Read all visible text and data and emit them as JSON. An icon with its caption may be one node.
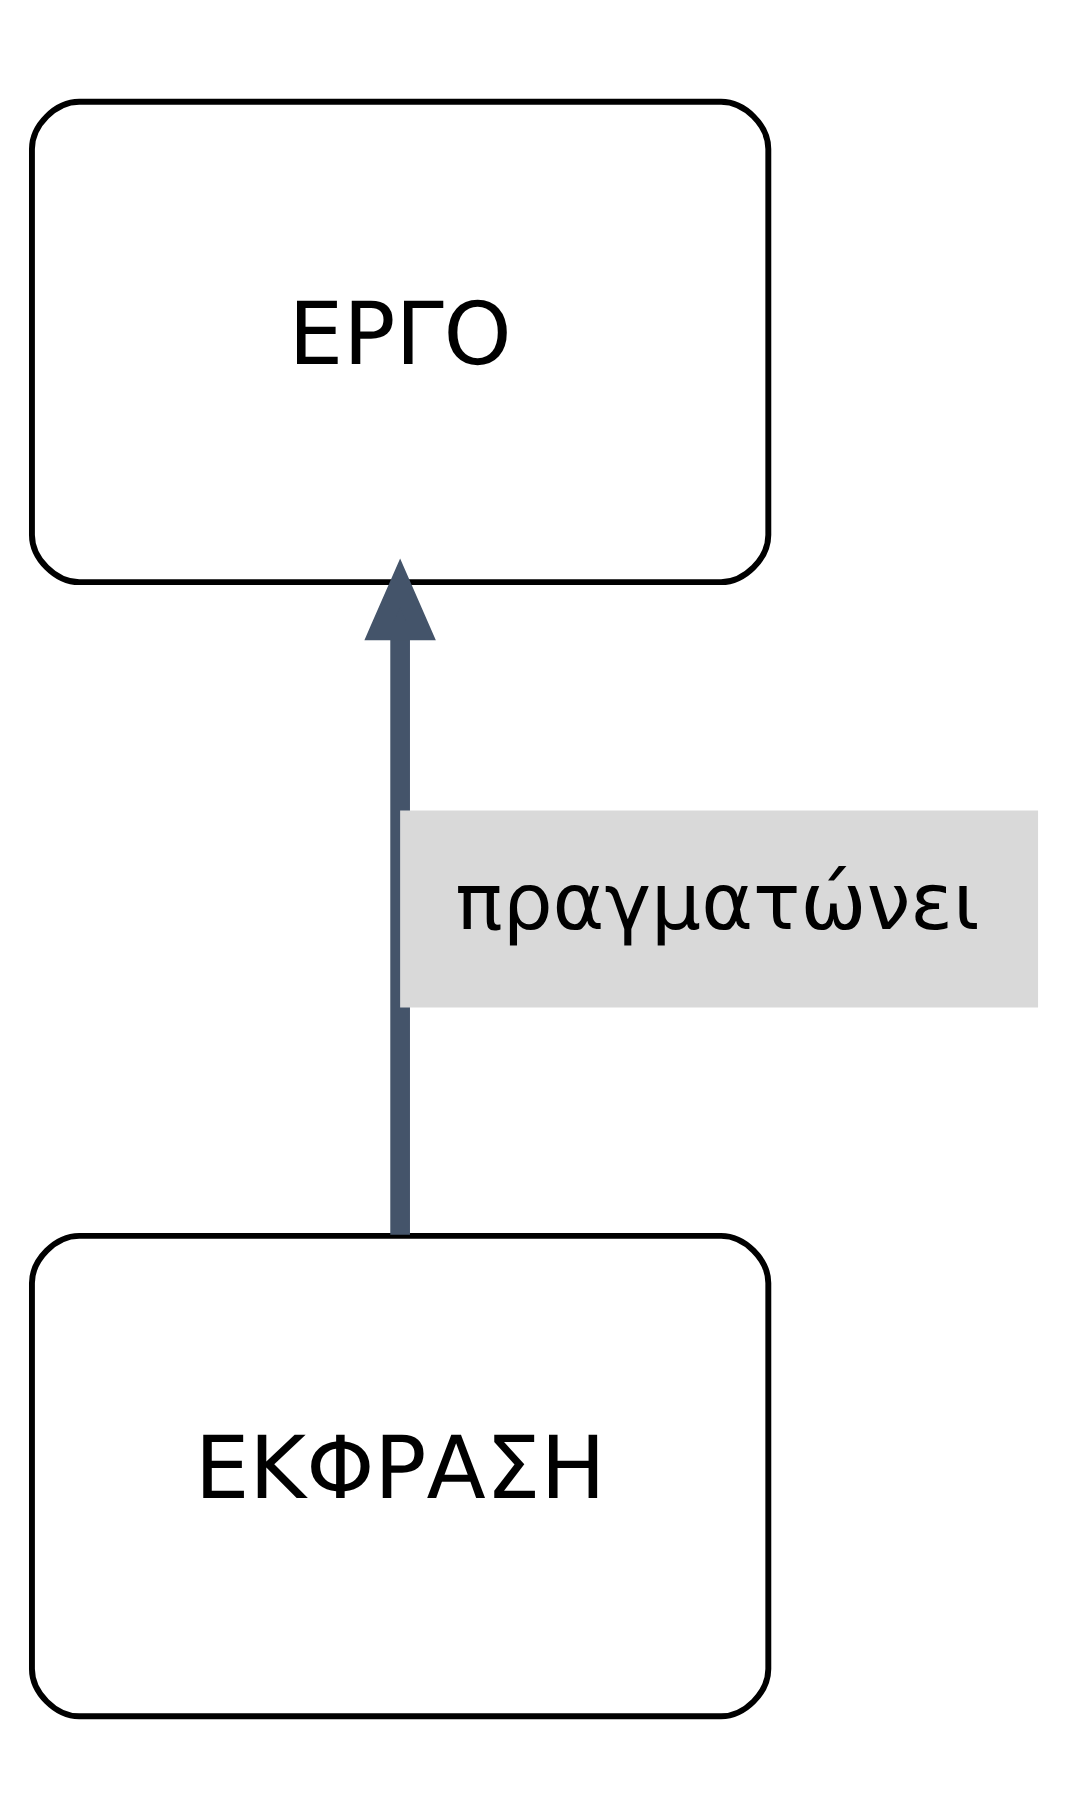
{
  "diagram": {
    "nodes": [
      {
        "text": [
          "ΕΡΓΟ"
        ]
      },
      {
        "text": [
          "ΕΚΦΡΑΣΗ"
        ]
      }
    ],
    "edges": [
      {
        "from": 1,
        "to": 0,
        "arrow": "to",
        "label": "πραγματώνει"
      }
    ]
  }
}
